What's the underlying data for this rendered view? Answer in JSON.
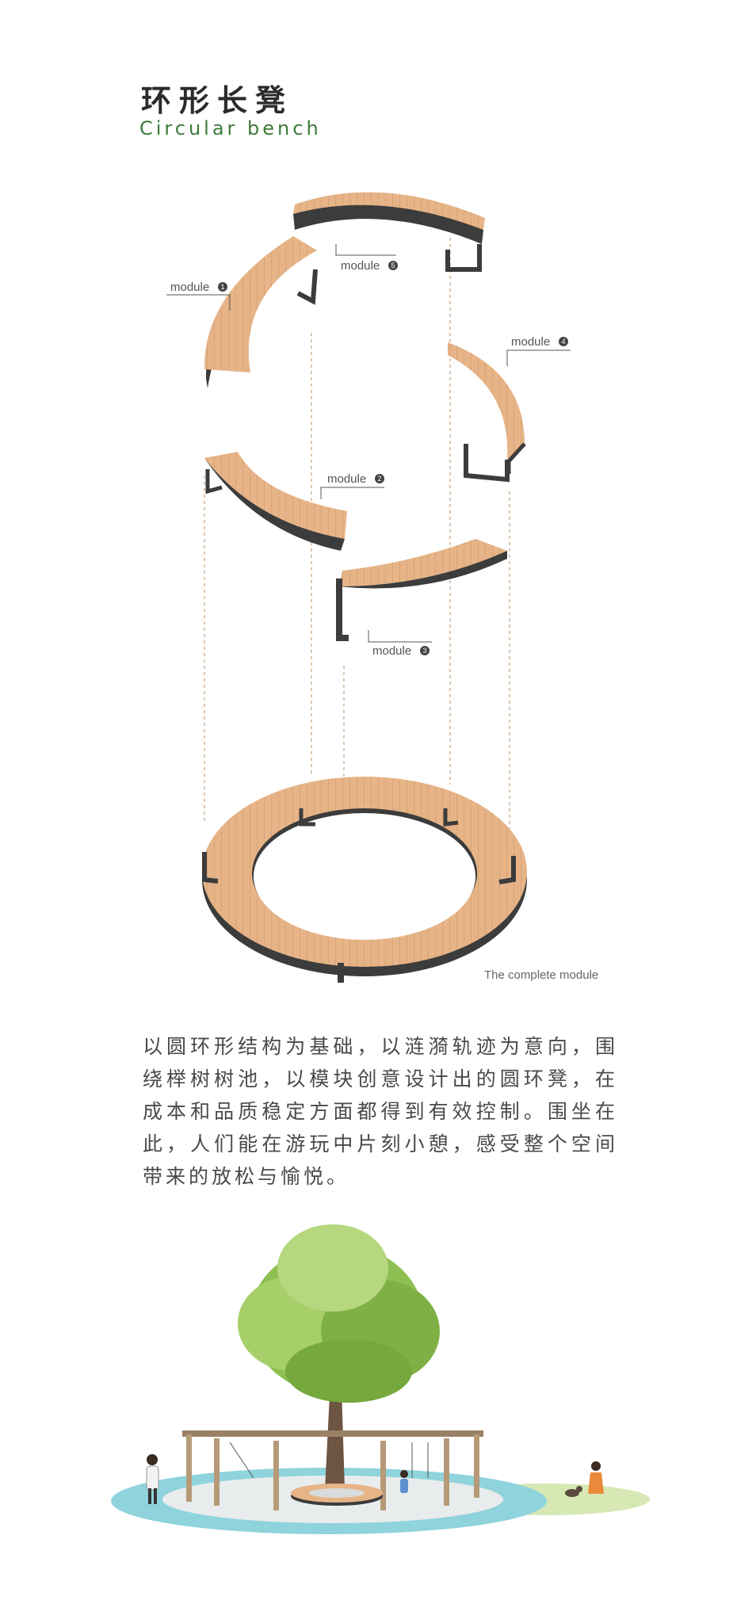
{
  "header": {
    "title_cn": "环形长凳",
    "title_en": "Circular bench"
  },
  "modules": {
    "word": "module",
    "m1": "1",
    "m2": "2",
    "m3": "3",
    "m4": "4",
    "m5": "5",
    "complete": "The complete module"
  },
  "description": "以圆环形结构为基础，以涟漪轨迹为意向，围绕榉树树池，以模块创意设计出的圆环凳，在成本和品质稳定方面都得到有效控制。围坐在此，人们能在游玩中片刻小憩，感受整个空间带来的放松与愉悦。",
  "colors": {
    "wood": "#e7b487",
    "frame": "#3c3c3c",
    "accent_green": "#3d7a3a",
    "water": "#8fd3dc",
    "grass": "#d7e8b4"
  }
}
